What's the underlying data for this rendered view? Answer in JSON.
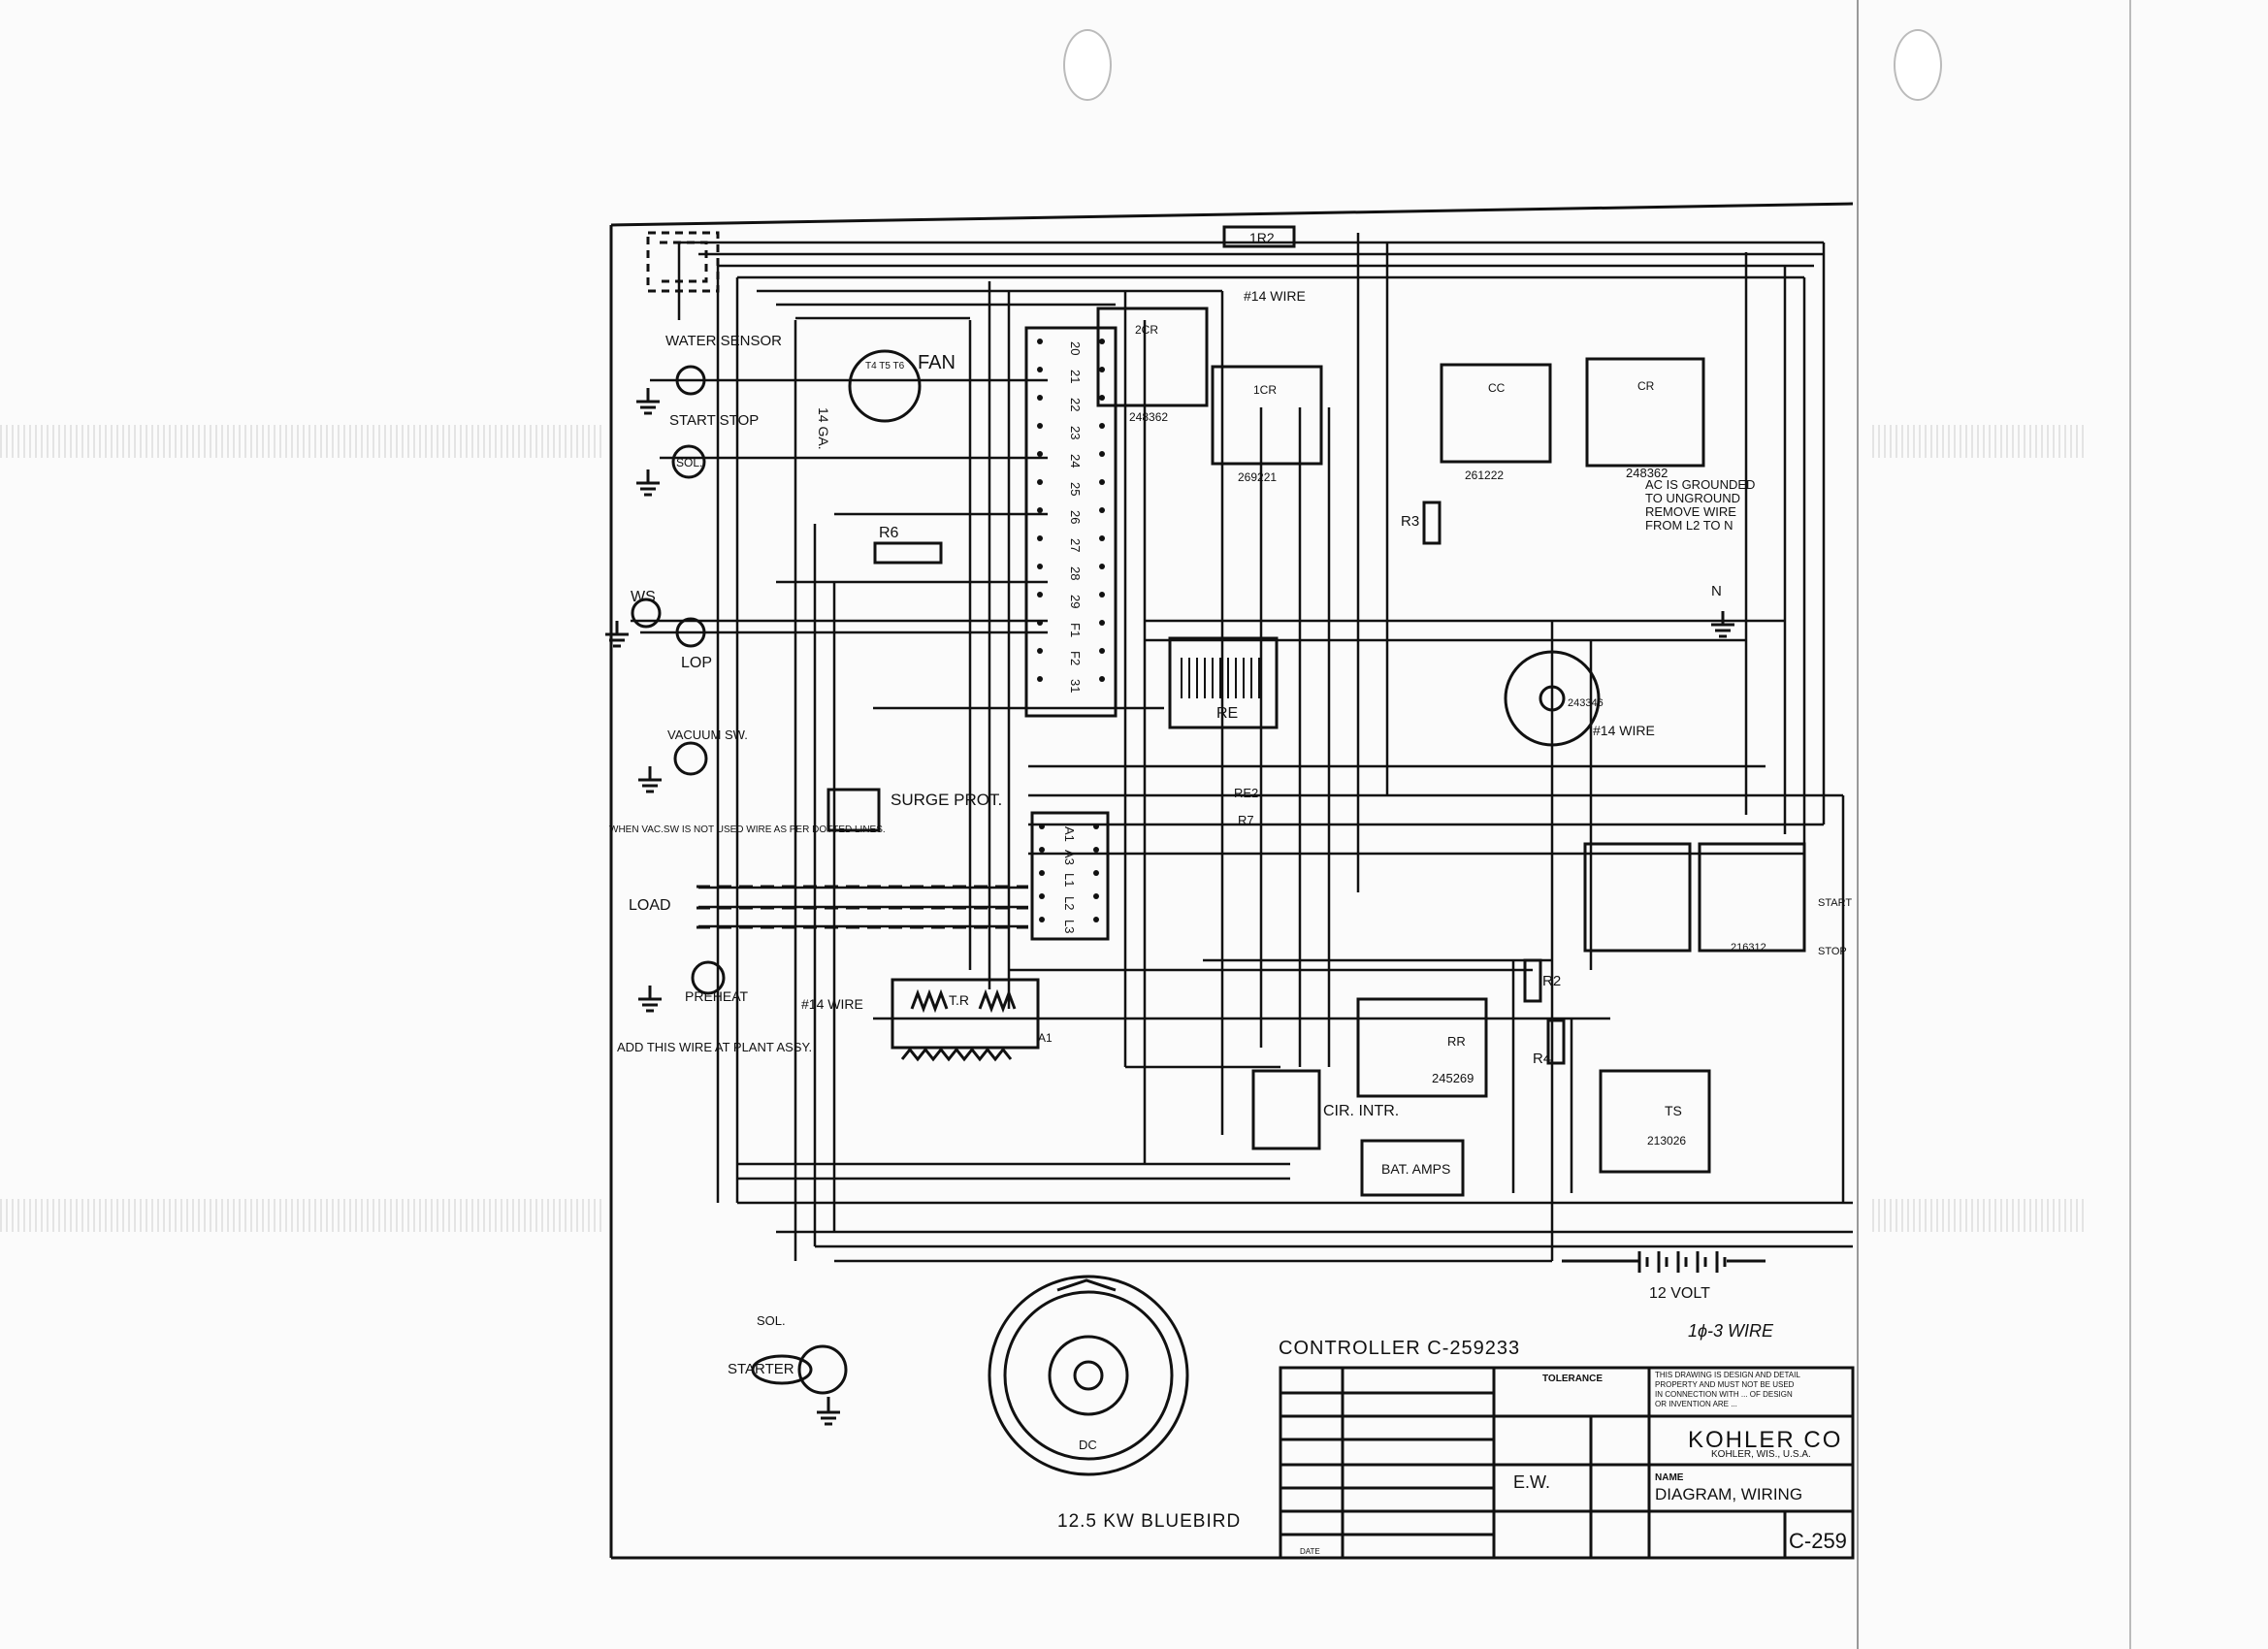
{
  "title_block": {
    "controller": "CONTROLLER C-259233",
    "company": "KOHLER CO",
    "company_location": "KOHLER, WIS., U.S.A.",
    "name_label": "NAME",
    "name": "DIAGRAM, WIRING",
    "drawing_number": "C-259",
    "model": "12.5 KW BLUEBIRD",
    "tolerance_label": "TOLERANCE",
    "drawn_by": "E.W.",
    "date_label": "DATE",
    "notice": "THIS DRAWING IS DESIGN AND DETAIL PROPERTY AND MUST NOT BE USED IN CONNECTION WITH ... OF DESIGN OR INVENTION ARE ..."
  },
  "labels": {
    "water_sensor": "WATER SENSOR",
    "fan": "FAN",
    "fan_terms": "T4 T5 T6",
    "start_stop": "START STOP",
    "sol": "SOL.",
    "r6": "R6",
    "ws": "WS",
    "lop": "LOP",
    "vacuum_sw": "VACUUM SW.",
    "vac_note": "WHEN VAC.SW IS NOT USED WIRE AS PER DOTTED LINES.",
    "surge_prot": "SURGE PROT.",
    "load": "LOAD",
    "preheat": "PREHEAT",
    "wire14_a": "#14 WIRE",
    "wire14_b": "#14 WIRE",
    "wire14_c": "#14 WIRE",
    "add_wire": "ADD THIS WIRE AT PLANT ASSY.",
    "ga14": "14 GA.",
    "tr": "T.R",
    "a1": "A1",
    "cir_intr": "CIR. INTR.",
    "bat_amps": "BAT. AMPS",
    "re": "RE",
    "re2": "RE2",
    "r7": "R7",
    "r2": "R2",
    "r3": "R3",
    "r4": "R4",
    "lr2": "1R2",
    "rr": "RR",
    "ts": "TS",
    "n": "N",
    "start": "START",
    "stop": "STOP",
    "sol_small": "SOL.",
    "starter": "STARTER",
    "dc": "DC",
    "twelve_volt": "12 VOLT",
    "phase_wire": "1ϕ-3 WIRE",
    "ac_note": "AC IS GROUNDED TO UNGROUND REMOVE WIRE FROM L2 TO N",
    "relay_2cr": "2CR",
    "relay_1cr": "1CR",
    "relay_cc": "CC",
    "relay_cr": "CR",
    "part_248362a": "248362",
    "part_269221": "269221",
    "part_261222": "261222",
    "part_248362b": "248362",
    "part_243346": "243346",
    "part_245269": "245269",
    "part_213026": "213026",
    "part_216312": "216312",
    "terminal_top": [
      "20",
      "21",
      "22",
      "23",
      "24",
      "25",
      "26",
      "27",
      "28",
      "29",
      "F1",
      "F2",
      "31"
    ],
    "terminal_bottom": [
      "A1",
      "A3",
      "L1",
      "L2",
      "L3"
    ]
  }
}
